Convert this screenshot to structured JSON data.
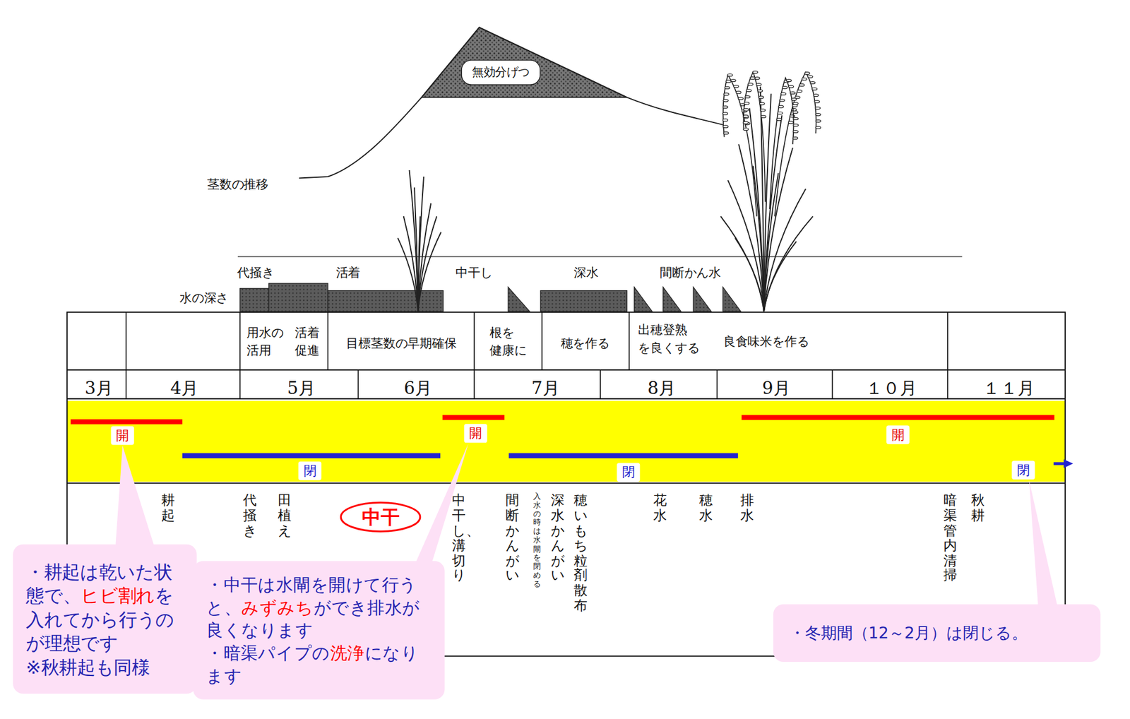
{
  "diagram": {
    "nodes": [
      {
        "text": [
          "無効分げつ"
        ]
      },
      {
        "text": [
          "開"
        ]
      },
      {
        "text": [
          "閉"
        ]
      },
      {
        "text": [
          "開"
        ]
      },
      {
        "text": [
          "閉"
        ]
      },
      {
        "text": [
          "開"
        ]
      },
      {
        "text": [
          "閉"
        ]
      },
      {
        "text": [
          "中干"
        ]
      },
      {
        "text": [
          "・耕起は乾いた状態で、ヒビ割れを入れてから行うのが理想です",
          "※秋耕起も同様"
        ]
      },
      {
        "text": [
          "・中干は水閘を開けて行うと、みずみちができ排水が良くなります",
          "・暗渠パイプの洗浄になります"
        ]
      },
      {
        "text": [
          "・冬期間（12～2月）は閉じる。"
        ]
      }
    ],
    "edges": [
      {
        "from": 8,
        "to": 1,
        "arrow": "none"
      },
      {
        "from": 9,
        "to": 3,
        "arrow": "none"
      },
      {
        "from": 10,
        "to": 6,
        "arrow": "none"
      }
    ],
    "labels": [
      "茎数の推移",
      "代掻き",
      "活着",
      "中干し",
      "深水",
      "間断かん水",
      "水の深さ",
      "用水の 活用",
      "活着 促進",
      "目標茎数の早期確保",
      "根を 健康に",
      "穂を作る",
      "出穂登熟 を良くする",
      "良食味米を作る",
      "3月",
      "4月",
      "5月",
      "6月",
      "7月",
      "8月",
      "9月",
      "１０月",
      "１１月",
      "耕起",
      "代掻き",
      "田植え",
      "中干し、溝切り",
      "間断かんがい",
      "入水の時は水閘を閉める",
      "深水かんがい",
      "穂いもち粒剤散布",
      "花水",
      "穂水",
      "排水",
      "暗渠管内清掃",
      "秋耕"
    ]
  }
}
